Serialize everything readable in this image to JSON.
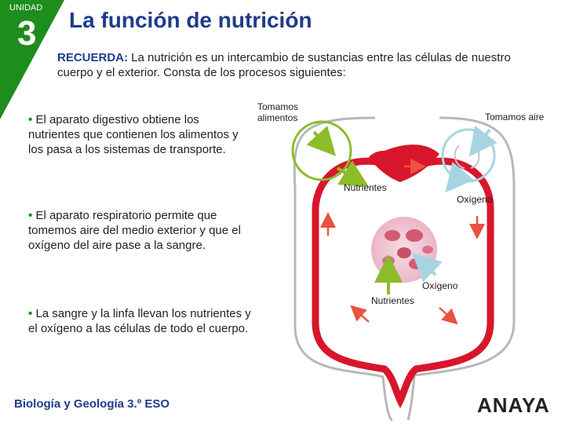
{
  "header": {
    "unit_label": "UNIDAD",
    "unit_number": "3",
    "title": "La función de nutrición"
  },
  "recuerda": {
    "label": "RECUERDA:",
    "text": "La nutrición es un intercambio de sustancias entre las células de nuestro cuerpo y el exterior. Consta de los procesos siguientes:"
  },
  "points": [
    {
      "bullet": "•",
      "text": "El aparato digestivo obtiene los nutrientes que contienen los alimentos y los pasa a los sistemas de transporte."
    },
    {
      "bullet": "•",
      "text": "El aparato respiratorio permite que tomemos aire del medio exterior y que el oxígeno del aire pase a la sangre."
    },
    {
      "bullet": "•",
      "text": "La sangre y la linfa llevan los nutrientes y el oxígeno a las células de todo el cuerpo."
    }
  ],
  "diagram": {
    "labels": {
      "tomamos_alimentos_1": "Tomamos",
      "tomamos_alimentos_2": "alimentos",
      "tomamos_aire": "Tomamos aire",
      "nutrientes_top": "Nutrientes",
      "oxigeno_top": "Oxígeno",
      "oxigeno_bottom": "Oxígeno",
      "nutrientes_bottom": "Nutrientes"
    }
  },
  "footer": {
    "book": "Biología y Geología 3.º ESO",
    "publisher_logo_text": "ANAYA"
  },
  "colors": {
    "corner_green": "#1d8d1d",
    "title_blue": "#1f3c8a",
    "vessel_red": "#d8162b",
    "nutrient_green": "#8cbc2a",
    "oxygen_blue": "#a8d4e2"
  }
}
